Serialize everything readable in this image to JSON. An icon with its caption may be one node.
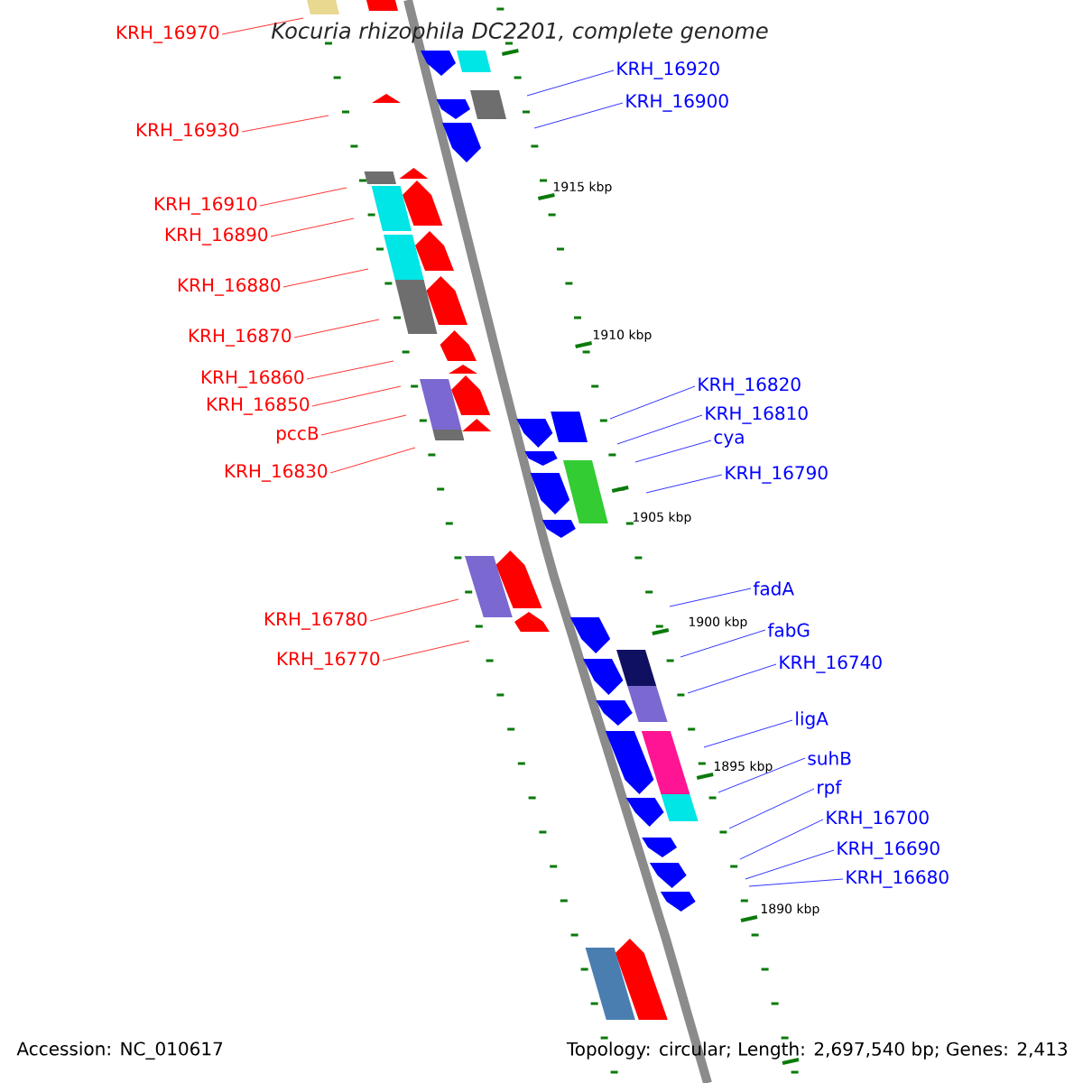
{
  "diagram": {
    "title": "*Kocuria rhizophila* DC2201, complete genome",
    "nodes": [
      {
        "text": [
          "KRH_16970"
        ]
      },
      {
        "text": [
          "KRH_16930"
        ]
      },
      {
        "text": [
          "KRH_16910"
        ]
      },
      {
        "text": [
          "KRH_16890"
        ]
      },
      {
        "text": [
          "KRH_16880"
        ]
      },
      {
        "text": [
          "KRH_16870"
        ]
      },
      {
        "text": [
          "KRH_16860"
        ]
      },
      {
        "text": [
          "KRH_16850"
        ]
      },
      {
        "text": [
          "pccB"
        ]
      },
      {
        "text": [
          "KRH_16830"
        ]
      },
      {
        "text": [
          "KRH_16780"
        ]
      },
      {
        "text": [
          "KRH_16770"
        ]
      },
      {
        "text": [
          "KRH_16920"
        ]
      },
      {
        "text": [
          "KRH_16900"
        ]
      },
      {
        "text": [
          "KRH_16820"
        ]
      },
      {
        "text": [
          "KRH_16810"
        ]
      },
      {
        "text": [
          "cya"
        ]
      },
      {
        "text": [
          "KRH_16790"
        ]
      },
      {
        "text": [
          "fadA"
        ]
      },
      {
        "text": [
          "fabG"
        ]
      },
      {
        "text": [
          "KRH_16740"
        ]
      },
      {
        "text": [
          "ligA"
        ]
      },
      {
        "text": [
          "suhB"
        ]
      },
      {
        "text": [
          "rpf"
        ]
      },
      {
        "text": [
          "KRH_16700"
        ]
      },
      {
        "text": [
          "KRH_16690"
        ]
      },
      {
        "text": [
          "KRH_16680"
        ]
      }
    ],
    "edges": [
      {
        "from": 0,
        "to": null,
        "arrow": "none",
        "color": "#ff0000"
      },
      {
        "from": 1,
        "to": null,
        "arrow": "none",
        "color": "#ff0000"
      },
      {
        "from": 2,
        "to": null,
        "arrow": "none",
        "color": "#ff0000"
      },
      {
        "from": 3,
        "to": null,
        "arrow": "none",
        "color": "#ff0000"
      },
      {
        "from": 4,
        "to": null,
        "arrow": "none",
        "color": "#ff0000"
      },
      {
        "from": 5,
        "to": null,
        "arrow": "none",
        "color": "#ff0000"
      },
      {
        "from": 6,
        "to": null,
        "arrow": "none",
        "color": "#ff0000"
      },
      {
        "from": 7,
        "to": null,
        "arrow": "none",
        "color": "#ff0000"
      },
      {
        "from": 8,
        "to": null,
        "arrow": "none",
        "color": "#ff0000"
      },
      {
        "from": 9,
        "to": null,
        "arrow": "none",
        "color": "#ff0000"
      },
      {
        "from": 10,
        "to": null,
        "arrow": "none",
        "color": "#ff0000"
      },
      {
        "from": 11,
        "to": null,
        "arrow": "none",
        "color": "#ff0000"
      },
      {
        "from": 12,
        "to": null,
        "arrow": "none"
      },
      {
        "from": 13,
        "to": null,
        "arrow": "none"
      },
      {
        "from": 14,
        "to": null,
        "arrow": "none"
      },
      {
        "from": 15,
        "to": null,
        "arrow": "none"
      },
      {
        "from": 16,
        "to": null,
        "arrow": "none"
      },
      {
        "from": 17,
        "to": null,
        "arrow": "none"
      },
      {
        "from": 18,
        "to": null,
        "arrow": "none"
      },
      {
        "from": 19,
        "to": null,
        "arrow": "none"
      },
      {
        "from": 20,
        "to": null,
        "arrow": "none"
      },
      {
        "from": 21,
        "to": null,
        "arrow": "none"
      },
      {
        "from": 22,
        "to": null,
        "arrow": "none"
      },
      {
        "from": 23,
        "to": null,
        "arrow": "none"
      },
      {
        "from": 24,
        "to": null,
        "arrow": "none"
      },
      {
        "from": 25,
        "to": null,
        "arrow": "none"
      },
      {
        "from": 26,
        "to": null,
        "arrow": "none"
      }
    ],
    "labels": [
      "1915 kbp",
      "1910 kbp",
      "1905 kbp",
      "1900 kbp",
      "1895 kbp",
      "1890 kbp",
      "Accession: NC_010617",
      "Topology: circular; Length: 2,697,540 bp; Genes: 2,413"
    ]
  }
}
